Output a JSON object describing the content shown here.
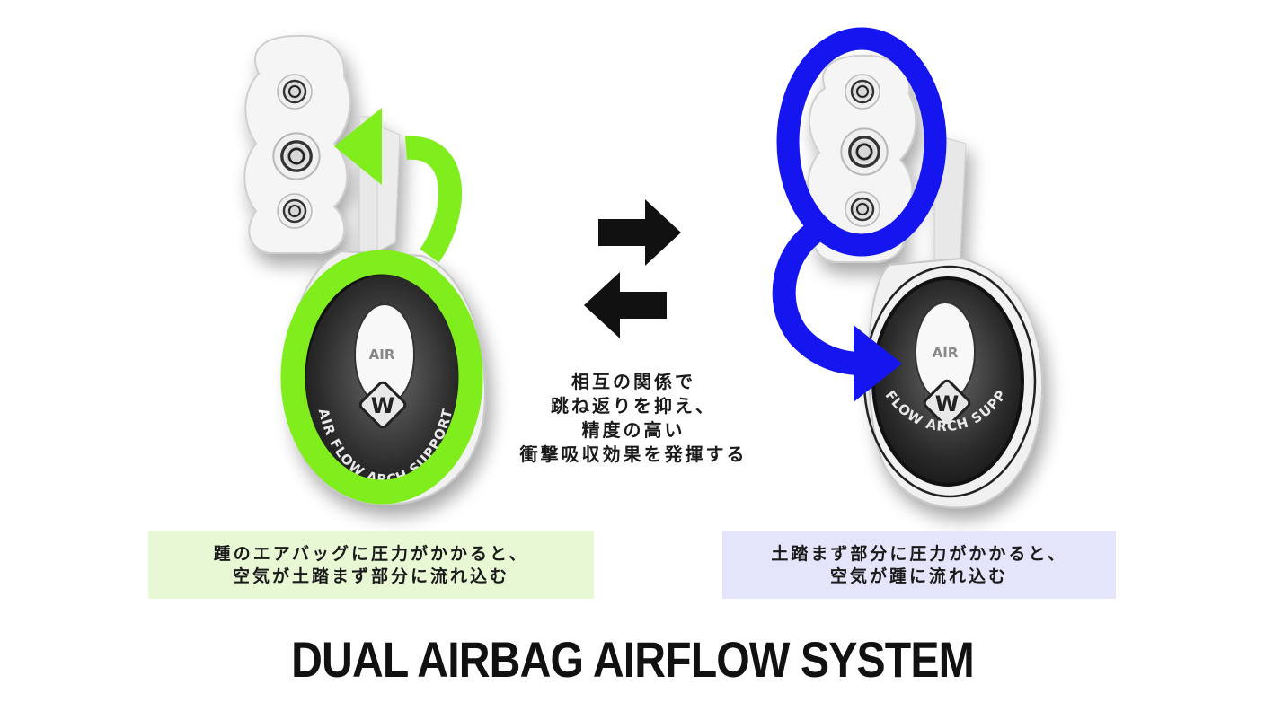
{
  "colors": {
    "left_arrow": "#7fee1c",
    "right_arrow": "#1515f0",
    "left_caption_bg": "#e9f8d4",
    "right_caption_bg": "#e4e4fb",
    "nav_arrows": "#111111"
  },
  "icons": [
    "insole-left-image",
    "insole-right-image",
    "green-loop-arrow-icon",
    "blue-loop-arrow-icon",
    "right-arrow-icon",
    "left-arrow-icon",
    "w-logo-icon"
  ],
  "insole": {
    "air_label": "AIR",
    "ring_text": "AIR FLOW ARCH SUPPORT",
    "logo_letter": "W"
  },
  "center_text": {
    "line1": "相互の関係で",
    "line2": "跳ね返りを抑え、",
    "line3": "精度の高い",
    "line4": "衝撃吸収効果を発揮する"
  },
  "left_caption": {
    "line1": "踵のエアバッグに圧力がかかると、",
    "line2": "空気が土踏まず部分に流れ込む"
  },
  "right_caption": {
    "line1": "土踏まず部分に圧力がかかると、",
    "line2": "空気が踵に流れ込む"
  },
  "title": "DUAL AIRBAG AIRFLOW SYSTEM"
}
